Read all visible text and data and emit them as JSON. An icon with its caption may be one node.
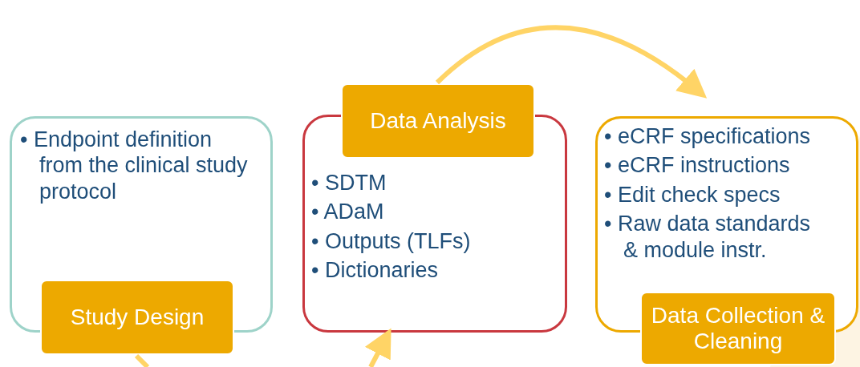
{
  "diagram": {
    "nodes": [
      {
        "text": [
          "• Endpoint definition from the clinical study protocol",
          "Study Design"
        ]
      },
      {
        "text": [
          "Data Analysis",
          "• SDTM",
          "• ADaM",
          "• Outputs (TLFs)",
          "• Dictionaries"
        ]
      },
      {
        "text": [
          "• eCRF specifications",
          "• eCRF instructions",
          "• Edit check specs",
          "• Raw data standards & module instr.",
          "Data Collection & Cleaning"
        ]
      }
    ],
    "edges": [
      {
        "from": 1,
        "to": 2,
        "arrow": "to"
      },
      {
        "from": 0,
        "to": null,
        "arrow": "none"
      },
      {
        "from": null,
        "to": 1,
        "arrow": "to"
      }
    ]
  }
}
